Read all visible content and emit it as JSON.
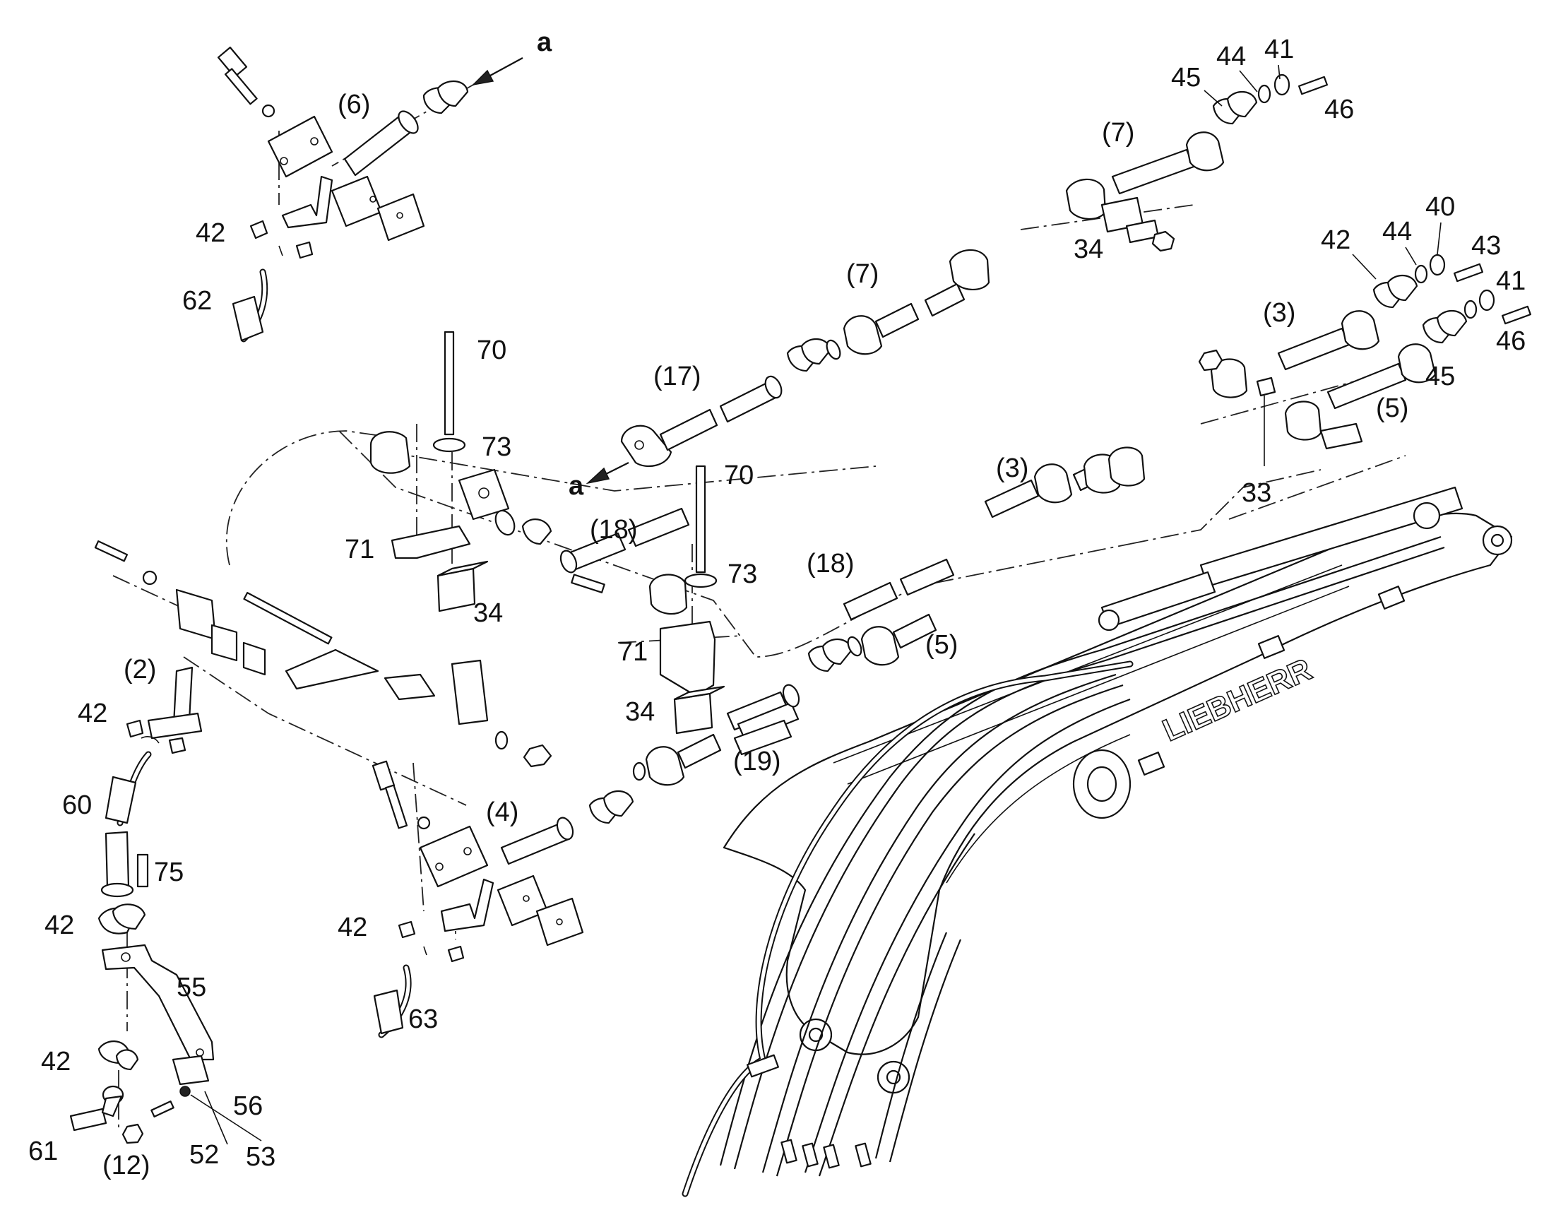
{
  "diagram": {
    "brand_text": "LIEBHERR",
    "arrow_label": "a",
    "callouts": [
      "(6)",
      "42",
      "62",
      "70",
      "73",
      "71",
      "34",
      "(2)",
      "42",
      "60",
      "75",
      "42",
      "55",
      "42",
      "56",
      "61",
      "(12)",
      "52",
      "53",
      "42",
      "63",
      "(4)",
      "70",
      "73",
      "71",
      "34",
      "(19)",
      "(18)",
      "(17)",
      "a",
      "(7)",
      "(18)",
      "(5)",
      "(3)",
      "(7)",
      "34",
      "45",
      "44",
      "41",
      "46",
      "42",
      "44",
      "40",
      "43",
      "41",
      "46",
      "(3)",
      "45",
      "(5)",
      "33"
    ]
  }
}
